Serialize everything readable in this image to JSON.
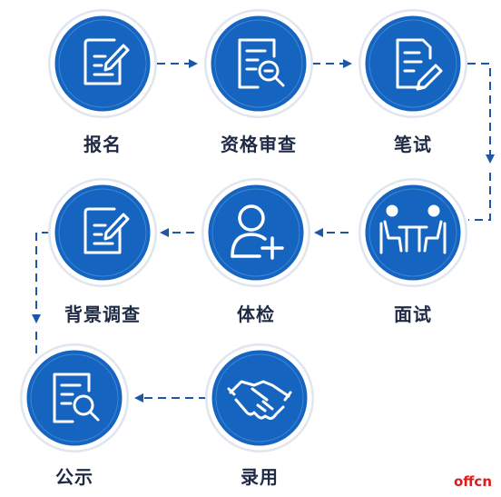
{
  "steps": [
    {
      "label": "报名",
      "icon": "edit-document-icon"
    },
    {
      "label": "资格审查",
      "icon": "document-search-icon"
    },
    {
      "label": "笔试",
      "icon": "written-exam-icon"
    },
    {
      "label": "面试",
      "icon": "interview-table-icon"
    },
    {
      "label": "体检",
      "icon": "add-user-icon"
    },
    {
      "label": "背景调查",
      "icon": "edit-document-icon"
    },
    {
      "label": "公示",
      "icon": "document-search-icon"
    },
    {
      "label": "录用",
      "icon": "handshake-icon"
    }
  ],
  "watermark": "offcn",
  "colors": {
    "circle": "#1565c0",
    "ring": "#ffffff",
    "outer_shadow": "#dfe6ef",
    "arrow": "#1e57a8",
    "label": "#1f2a44",
    "watermark": "#e11b1b"
  }
}
